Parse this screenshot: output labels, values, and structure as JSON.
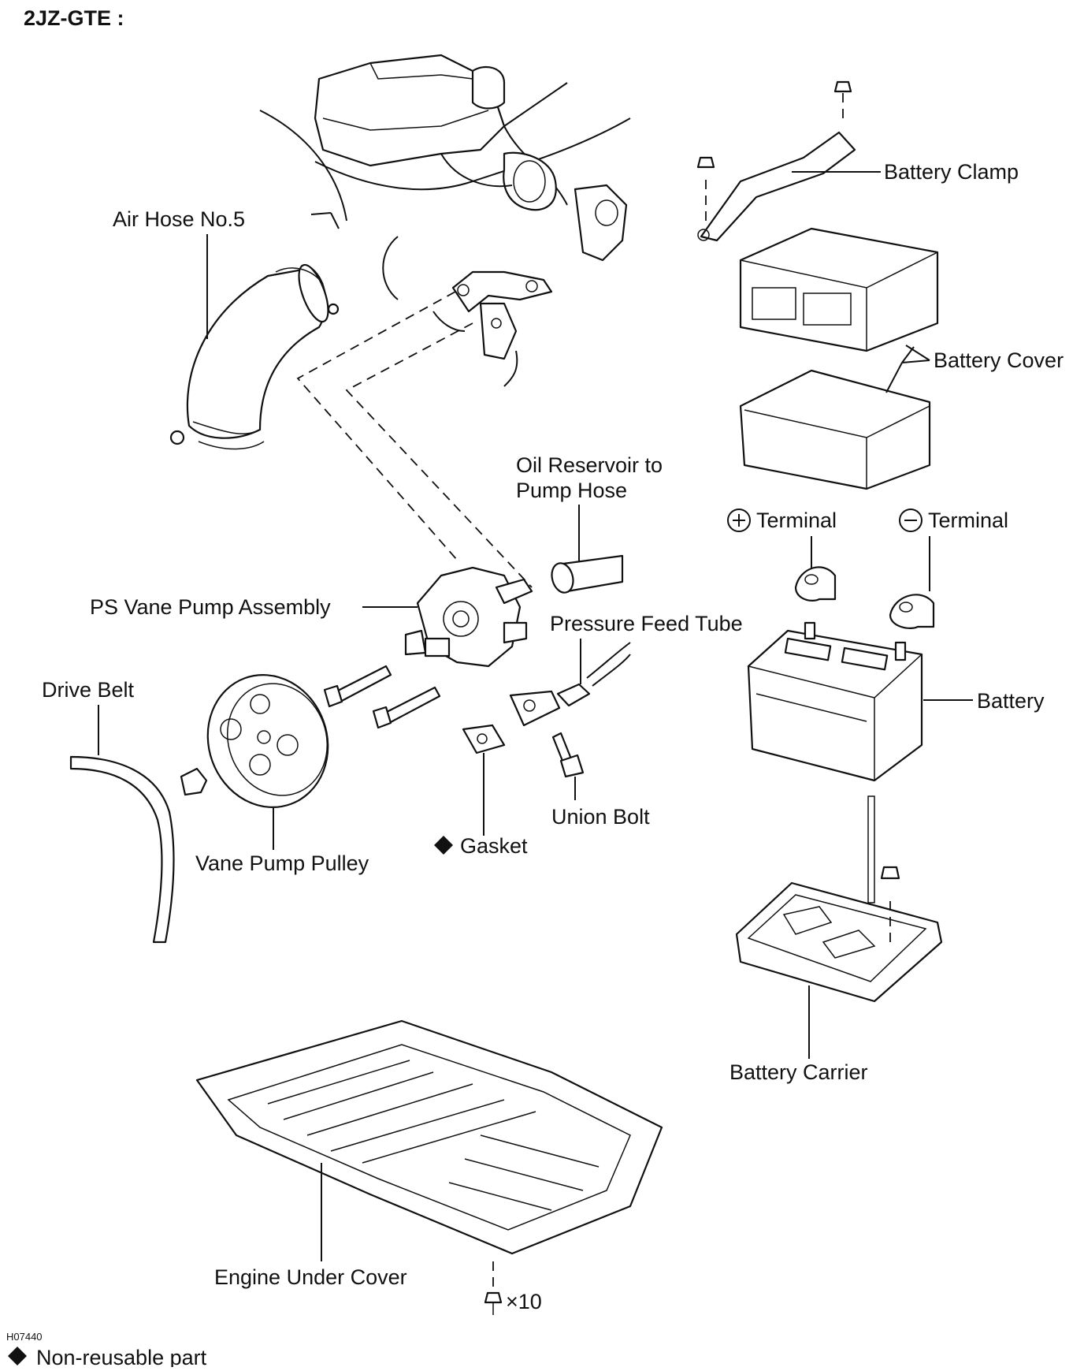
{
  "title": "2JZ-GTE :",
  "figure_code": "H07440",
  "legend": {
    "text": "Non-reusable part"
  },
  "labels": {
    "air_hose": "Air Hose No.5",
    "battery_clamp": "Battery Clamp",
    "battery_cover": "Battery Cover",
    "oil_reservoir_line1": "Oil Reservoir to",
    "oil_reservoir_line2": "Pump Hose",
    "terminal_pos": "Terminal",
    "terminal_neg": "Terminal",
    "ps_vane_pump": "PS Vane Pump Assembly",
    "pressure_feed_tube": "Pressure Feed Tube",
    "battery": "Battery",
    "drive_belt": "Drive Belt",
    "union_bolt": "Union Bolt",
    "gasket": "Gasket",
    "vane_pump_pulley": "Vane Pump Pulley",
    "battery_carrier": "Battery Carrier",
    "engine_under_cover": "Engine Under Cover",
    "bolt_count": "×10"
  },
  "icons": {
    "non_reusable": "diamond-icon",
    "positive": "plus-circle-icon",
    "negative": "minus-circle-icon",
    "bolt": "bolt-icon"
  },
  "colors": {
    "ink": "#111111",
    "paper": "#ffffff"
  }
}
